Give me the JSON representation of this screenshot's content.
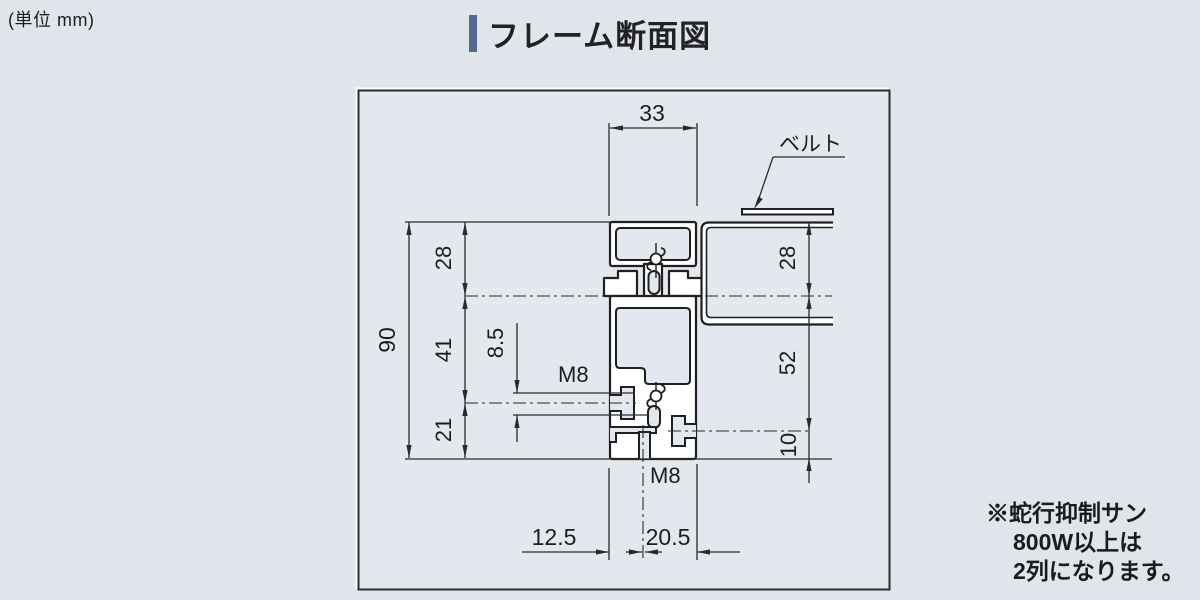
{
  "page": {
    "unit_label": "(単位  mm)",
    "background_color": "#dfe5ea",
    "line_color": "#2a2a2a"
  },
  "header": {
    "title": "フレーム断面図",
    "accent_color": "#56688e"
  },
  "diagram": {
    "belt_label": "ベルト",
    "thread_label_upper": "M8",
    "thread_label_lower": "M8",
    "dimensions": {
      "top_width": "33",
      "left_total": "90",
      "left_upper": "28",
      "left_middle": "41",
      "left_lower": "21",
      "side_hole_offset": "8.5",
      "right_upper": "28",
      "right_middle": "52",
      "right_lower": "10",
      "bottom_left": "12.5",
      "bottom_right": "20.5"
    }
  },
  "note": {
    "marker": "※",
    "line1": "蛇行抑制サン",
    "line2": "800W以上は",
    "line3": "2列になります。"
  }
}
